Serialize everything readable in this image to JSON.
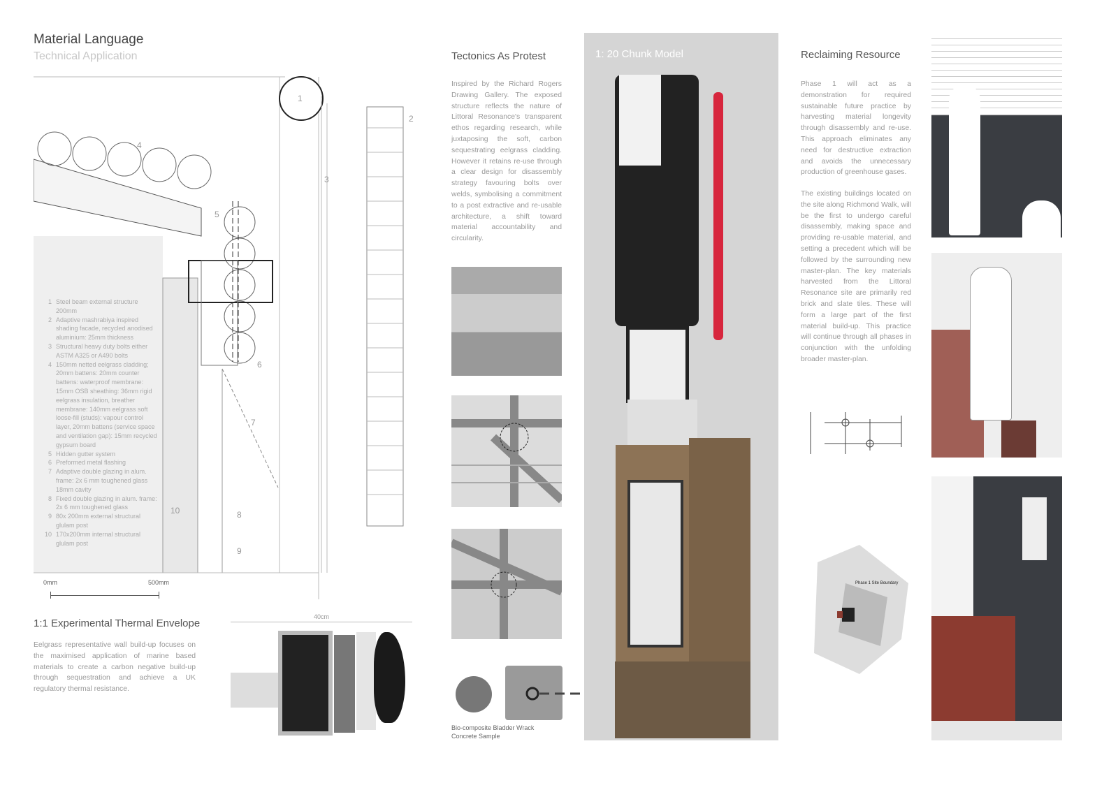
{
  "header": {
    "title": "Material Language",
    "subtitle": "Technical Application"
  },
  "detail": {
    "callouts": [
      "1",
      "2",
      "3",
      "4",
      "5",
      "6",
      "7",
      "8",
      "9",
      "10"
    ],
    "legend": [
      {
        "n": "1",
        "text": "Steel beam external structure 200mm"
      },
      {
        "n": "2",
        "text": "Adaptive mashrabiya inspired shading facade, recycled anodised aluminium: 25mm thickness"
      },
      {
        "n": "3",
        "text": "Structural heavy duty bolts either ASTM A325 or A490 bolts"
      },
      {
        "n": "4",
        "text": "150mm netted eelgrass cladding; 20mm battens: 20mm counter battens: waterproof membrane: 15mm OSB sheathing: 36mm rigid eelgrass insulation, breather membrane: 140mm eelgrass soft loose-fill (studs): vapour control layer, 20mm battens (service space and ventilation gap): 15mm recycled gypsum board"
      },
      {
        "n": "5",
        "text": "Hidden gutter system"
      },
      {
        "n": "6",
        "text": "Preformed metal flashing"
      },
      {
        "n": "7",
        "text": "Adaptive double glazing in alum. frame: 2x 6 mm toughened glass 18mm cavity"
      },
      {
        "n": "8",
        "text": "Fixed double glazing in alum. frame: 2x 6 mm toughened glass"
      },
      {
        "n": "9",
        "text": "80x 200mm external structural glulam post"
      },
      {
        "n": "10",
        "text": "170x200mm internal structural glulam post"
      }
    ],
    "scale": {
      "start": "0mm",
      "end": "500mm"
    }
  },
  "envelope": {
    "title": "1:1 Experimental Thermal Envelope",
    "text": "Eelgrass representative wall build-up focuses on the maximised application of marine based materials to create a carbon negative build-up through sequestration and achieve a UK regulatory thermal resistance.",
    "dimension": "40cm"
  },
  "tectonics": {
    "title": "Tectonics As Protest",
    "text": "Inspired by the Richard Rogers Drawing Gallery. The exposed structure reflects the nature of Littoral Resonance's transparent ethos regarding research, while juxtaposing the soft, carbon sequestrating eelgrass cladding. However it retains re-use through a clear design for disassembly strategy favouring bolts over welds, symbolising a commitment to a post extractive and re-usable architecture, a shift toward material accountability and circularity.",
    "sample_caption": "Bio-composite Bladder Wrack Concrete Sample"
  },
  "chunk_model": {
    "title": "1: 20 Chunk Model"
  },
  "reclaiming": {
    "title": "Reclaiming Resource",
    "text1": "Phase 1 will act as a demonstration for required sustainable future practice by harvesting material longevity through disassembly and re-use. This approach eliminates any need for destructive extraction and avoids the unnecessary production of greenhouse gases.",
    "text2": "The existing buildings located on the site along Richmond Walk, will be the first to undergo careful disassembly, making space and providing re-usable material, and setting a precedent which will be followed by the surrounding new master-plan. The key materials harvested from the Littoral Resonance site are primarily red brick and slate tiles. These will form a large part of the first material build-up. This practice will continue through all phases in conjunction with the unfolding broader master-plan.",
    "map_label": "Phase 1 Site Boundary"
  },
  "colors": {
    "red_pipe": "#d7263d",
    "slate": "#3a3d42",
    "brick": "#8c3b30"
  }
}
